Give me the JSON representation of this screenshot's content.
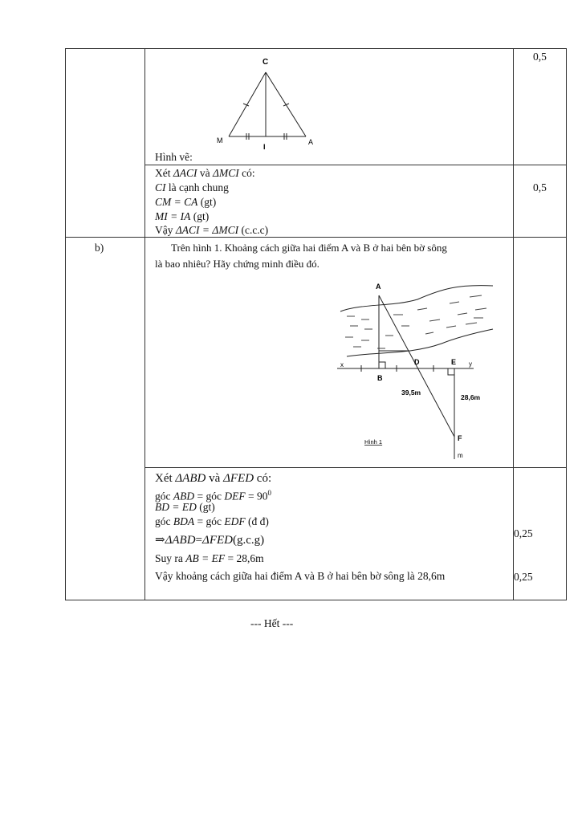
{
  "row1": {
    "figure_caption": "Hình vẽ:",
    "figure_labels": {
      "C": "C",
      "M": "M",
      "I": "I",
      "A": "A"
    },
    "score_top": "0,5"
  },
  "row2": {
    "lines": [
      {
        "pre": "Xét ",
        "math1": "ΔACI",
        "mid": "  và  ",
        "math2": "ΔMCI",
        "post": " có:"
      },
      {
        "math1": "CI",
        "post": " là cạnh chung"
      },
      {
        "math1": "CM = CA",
        "post": " (gt)"
      },
      {
        "math1": "MI = IA",
        "post": " (gt)"
      },
      {
        "pre": "Vậy ",
        "math1": "ΔACI = ΔMCI",
        "post": " (c.c.c)"
      }
    ],
    "score": "0,5"
  },
  "row3": {
    "label": "b)",
    "question_line1": "Trên hình 1. Khoảng cách giữa hai điểm A và B ở hai bên bờ sông",
    "question_line2": "là bao nhiêu? Hãy chứng minh điều đó.",
    "figure": {
      "A": "A",
      "B": "B",
      "D": "D",
      "E": "E",
      "F": "F",
      "x": "x",
      "y": "y",
      "m": "m",
      "len_AF": "39,5m",
      "len_EF": "28,6m",
      "caption": "Hình 1"
    }
  },
  "row4": {
    "l1_pre": "Xét ",
    "l1_m1": "ΔABD",
    "l1_mid": "  và  ",
    "l1_m2": "ΔFED",
    "l1_post": " có:",
    "l2_pre": "góc ",
    "l2_m1": "ABD",
    "l2_mid": " = góc ",
    "l2_m2": "DEF",
    "l2_post": " = 90",
    "l2_sup": "0",
    "l3_m1": "BD = ED",
    "l3_post": " (gt)",
    "l4_pre": "góc ",
    "l4_m1": "BDA",
    "l4_mid": " = góc ",
    "l4_m2": "EDF",
    "l4_post": " (đ đ)",
    "l5_arrow": "⇒",
    "l5_m1": "ΔABD",
    "l5_eq": "=",
    "l5_m2": "ΔFED",
    "l5_post": "(g.c.g)",
    "l6_pre": "Suy ra ",
    "l6_m1": "AB = EF",
    "l6_post": " = 28,6m",
    "l7": "Vậy khoảng cách giữa hai điểm A và B ở hai bên bờ sông là 28,6m",
    "score1": "0,25",
    "score2": "0,25"
  },
  "footer": "--- Hết ---"
}
